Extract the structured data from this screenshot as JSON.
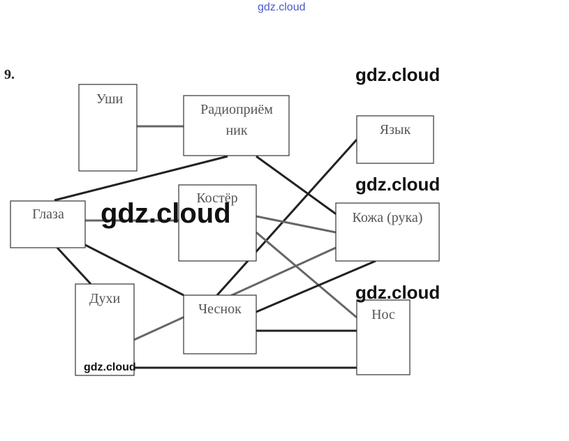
{
  "task_number": "9.",
  "watermarks": {
    "top": "gdz.cloud",
    "w1": "gdz.cloud",
    "w2": "gdz.cloud",
    "w3": "gdz.cloud",
    "big": "gdz.cloud",
    "small": "gdz.cloud"
  },
  "nodes": {
    "ushi": "Уши",
    "radio_line1": "Радиоприём",
    "radio_line2": "ник",
    "yazyk": "Язык",
    "glaza": "Глаза",
    "koster": "Костёр",
    "kozha": "Кожа (рука)",
    "duhi": "Духи",
    "chesnok": "Чеснок",
    "nos": "Нос"
  },
  "colors": {
    "edge": "#222222",
    "box_stroke": "#333333",
    "watermark_top": "#4a5bd0"
  }
}
